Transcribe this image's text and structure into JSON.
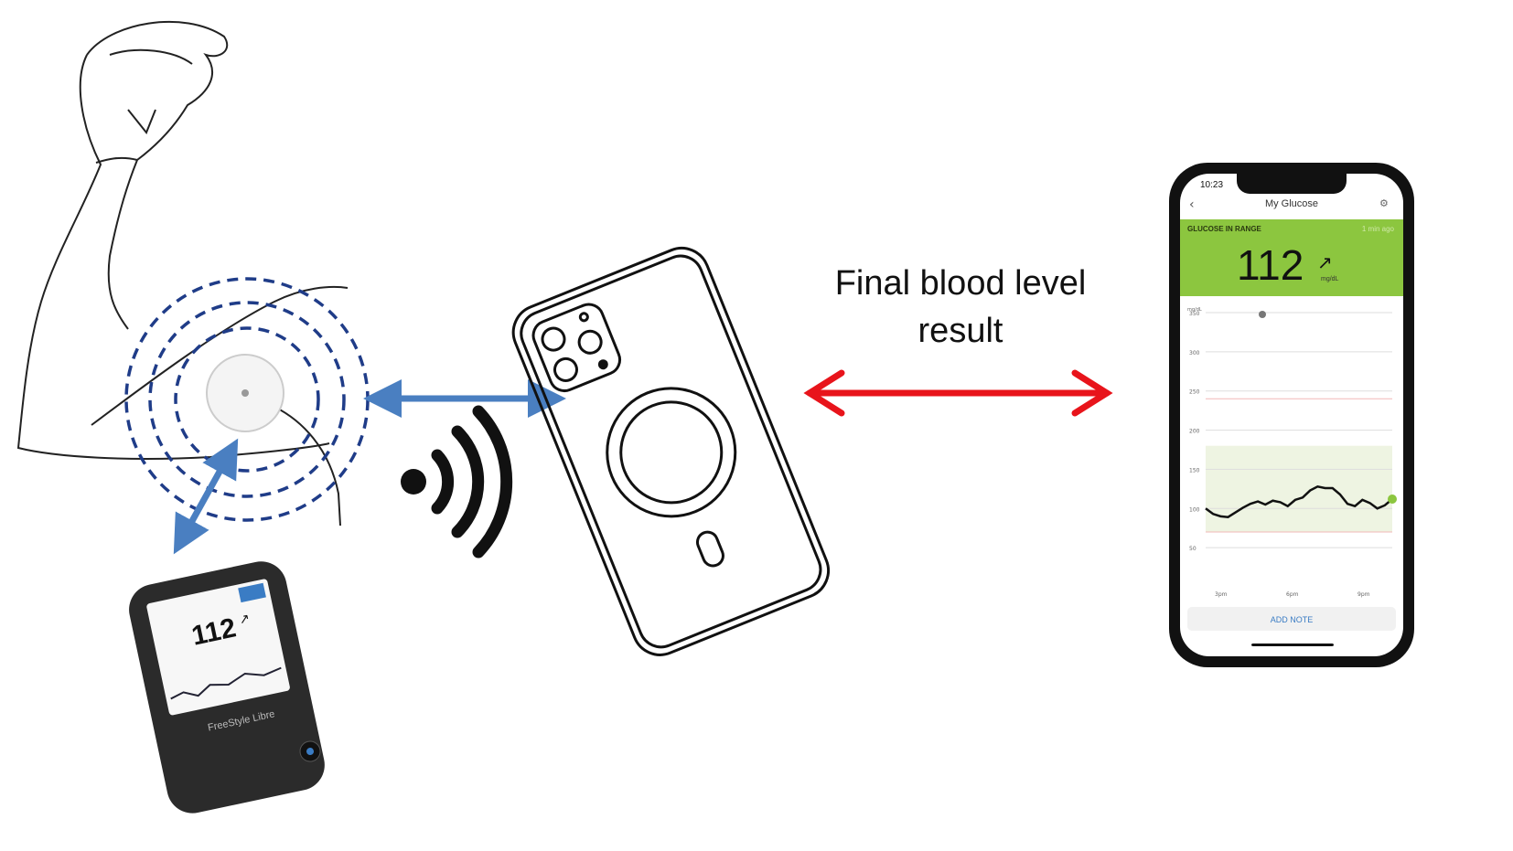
{
  "caption": {
    "line1": "Final blood level",
    "line2": "result"
  },
  "colors": {
    "sensor_arrows": "#4a7fc1",
    "result_arrow": "#e8141b",
    "in_range": "#8cc63f",
    "range_band": "#eef4e2"
  },
  "reader": {
    "value": "112",
    "brand": "FreeStyle Libre",
    "trend_icon": "arrow-up-right-icon"
  },
  "phone": {
    "time": "10:23",
    "title": "My Glucose",
    "status": "GLUCOSE IN RANGE",
    "updated": "1 min ago",
    "value": "112",
    "unit": "mg/dL",
    "trend_icon": "arrow-up-right-icon",
    "add_note": "ADD NOTE",
    "chart": {
      "type": "line",
      "ylabel": "mg/dL",
      "yticks": [
        "350",
        "300",
        "250",
        "200",
        "150",
        "100",
        "50"
      ],
      "ylim": [
        0,
        350
      ],
      "xticks": [
        "3pm",
        "6pm",
        "9pm"
      ],
      "target_range": [
        70,
        180
      ],
      "values": [
        100,
        93,
        90,
        89,
        95,
        101,
        106,
        109,
        105,
        110,
        108,
        103,
        111,
        114,
        123,
        128,
        126,
        126,
        118,
        106,
        103,
        111,
        107,
        100,
        104,
        112
      ]
    }
  }
}
